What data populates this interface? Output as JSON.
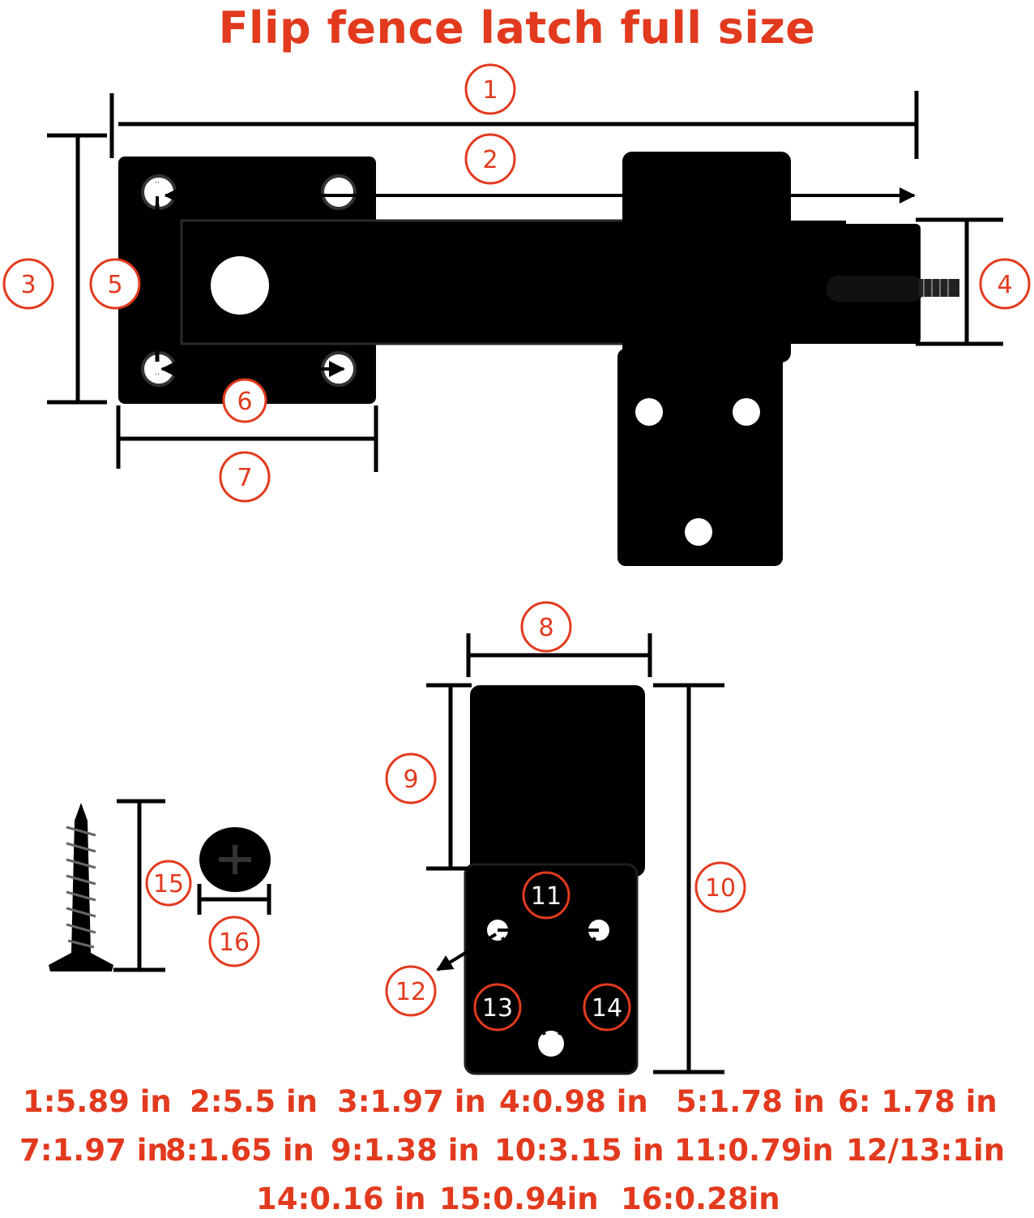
{
  "title": "Flip fence latch full size",
  "colors": {
    "accent": "#e23a1e",
    "part": "#000000",
    "line": "#000000"
  },
  "callouts": [
    "1",
    "2",
    "3",
    "4",
    "5",
    "6",
    "7",
    "8",
    "9",
    "10",
    "11",
    "12",
    "13",
    "14",
    "15",
    "16"
  ],
  "measurements": [
    "1:5.89 in",
    "2:5.5 in",
    "3:1.97 in",
    "4:0.98 in",
    "5:1.78 in",
    "6: 1.78 in",
    "7:1.97 in",
    "8:1.65 in",
    "9:1.38 in",
    "10:3.15 in",
    "11:0.79in",
    "12/13:1in",
    "14:0.16 in",
    "15:0.94in",
    "16:0.28in"
  ]
}
